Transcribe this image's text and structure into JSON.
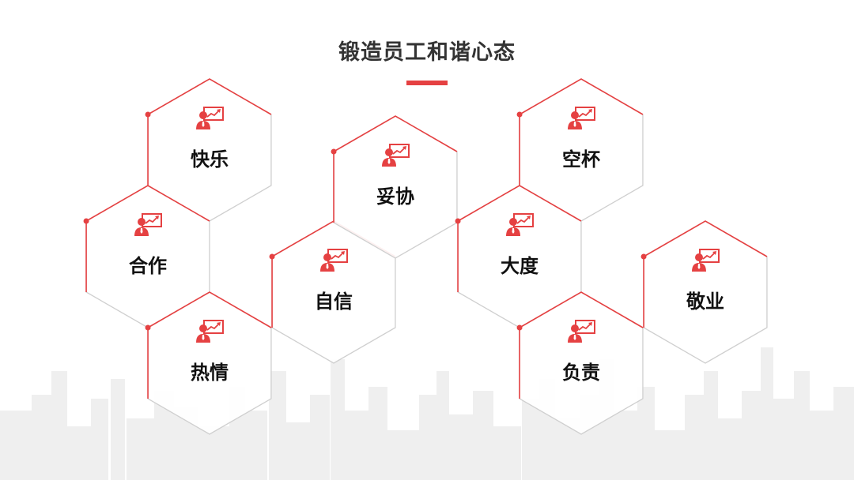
{
  "title": "锻造员工和谐心态",
  "colors": {
    "accent": "#e54142",
    "outline": "#cfcfcf",
    "text": "#111111",
    "skyline": "#ececec"
  },
  "icon": "presenter-with-chart-icon",
  "nodes": [
    {
      "id": "kuaile",
      "label": "快乐",
      "highlight": "top-left"
    },
    {
      "id": "hezuo",
      "label": "合作",
      "highlight": "top-left"
    },
    {
      "id": "reqing",
      "label": "热情",
      "highlight": "top-left"
    },
    {
      "id": "zixin",
      "label": "自信",
      "highlight": "top-left"
    },
    {
      "id": "tuoxie",
      "label": "妥协",
      "highlight": "top-left"
    },
    {
      "id": "kongbei",
      "label": "空杯",
      "highlight": "top-left"
    },
    {
      "id": "dadu",
      "label": "大度",
      "highlight": "top-left"
    },
    {
      "id": "fuze",
      "label": "负责",
      "highlight": "top-left"
    },
    {
      "id": "jingye",
      "label": "敬业",
      "highlight": "top-left"
    }
  ]
}
